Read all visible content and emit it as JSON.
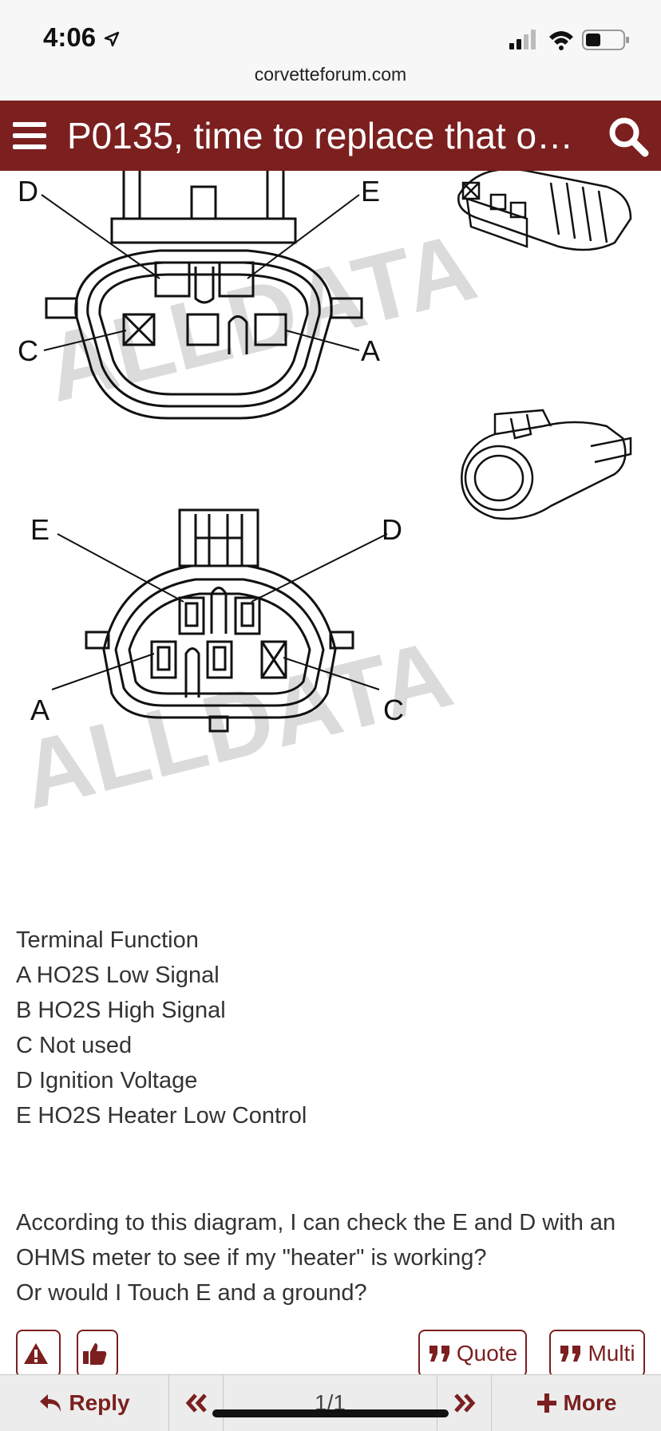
{
  "status": {
    "time": "4:06",
    "url": "corvetteforum.com"
  },
  "header": {
    "title": "P0135, time to replace that o…"
  },
  "diagram": {
    "connector1_labels": [
      "D",
      "E",
      "C",
      "A"
    ],
    "connector2_labels": [
      "E",
      "D",
      "A",
      "C"
    ]
  },
  "terminals": {
    "heading": "Terminal Function",
    "rows": [
      "A HO2S Low Signal",
      "B HO2S High Signal",
      "C Not used",
      "D Ignition Voltage",
      "E HO2S Heater Low Control"
    ]
  },
  "question": {
    "line1": "According to this diagram, I can check the E and D with an OHMS meter to see if my \"heater\" is working?",
    "line2": "Or would I Touch E and a ground?"
  },
  "actions": {
    "quote": "Quote",
    "multi": "Multi"
  },
  "toolbar": {
    "reply": "Reply",
    "page": "1/1",
    "more": "More"
  },
  "colors": {
    "accent": "#7b1f1f"
  }
}
